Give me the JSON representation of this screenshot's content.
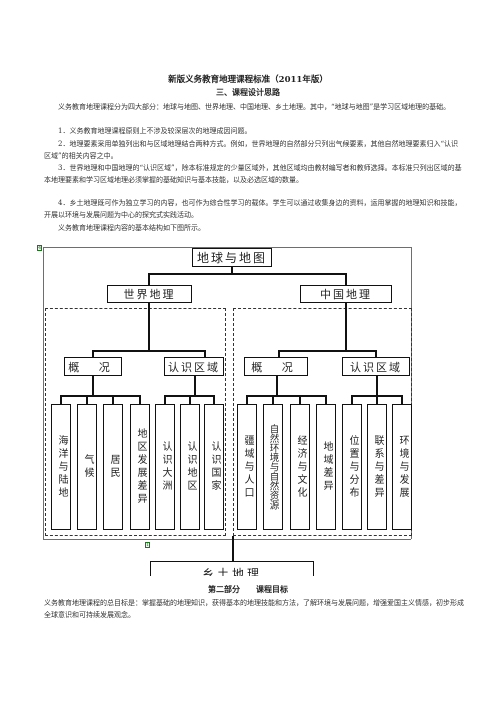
{
  "doc": {
    "title": "新版义务教育地理课程标准（2011年版）",
    "section3": "三、课程设计思路",
    "intro": "义务教育地理课程分为四大部分：地球与地图、世界地理、中国地理、乡土地理。其中，“地球与地图”是学习区域地理的基础。",
    "item1": "1．义务教育地理课程原则上不涉及较深层次的地理成因问题。",
    "item2": "2．地理要素采用单独列出和与区域地理结合两种方式。例如，世界地理的自然部分只列出气候要素，其他自然地理要素归入“认识区域”的相关内容之中。",
    "item3": "3．世界地理和中国地理的“认识区域”，除本标准规定的少量区域外，其他区域均由教材编写者和教师选择。本标准只列出区域的基本地理要素和学习区域地理必须掌握的基础知识与基本技能，以及必选区域的数量。",
    "item4": "4．乡土地理既可作为独立学习的内容，也可作为综合性学习的载体。学生可以通过收集身边的资料，运用掌握的地理知识和技能，开展以环境与发展问题为中心的探究式实践活动。",
    "structure_intro": "义务教育地理课程内容的基本结构如下图所示。",
    "part2_title": "第二部分　　课程目标",
    "goal": "义务教育地理课程的总目标是：掌握基础的地理知识，获得基本的地理技能和方法，了解环境与发展问题，增强爱国主义情感，初步形成全球意识和可持续发展观念。"
  },
  "diagram": {
    "root": "地球与地图",
    "world": "世界地理",
    "china": "中国地理",
    "world_overview": "概 况",
    "world_regions": "认识区域",
    "china_overview": "概 况",
    "china_regions": "认识区域",
    "world_leaves": [
      "海洋与陆地",
      "气候",
      "居民",
      "地区发展差异",
      "认识大洲",
      "认识地区",
      "认识国家"
    ],
    "china_leaves": [
      "疆域与人口",
      "自然环境与自然资源",
      "经济与文化",
      "地域差异",
      "位置与分布",
      "联系与差异",
      "环境与发展"
    ],
    "local": "乡土地理",
    "marker_top": "4",
    "marker_bottom": "1"
  }
}
